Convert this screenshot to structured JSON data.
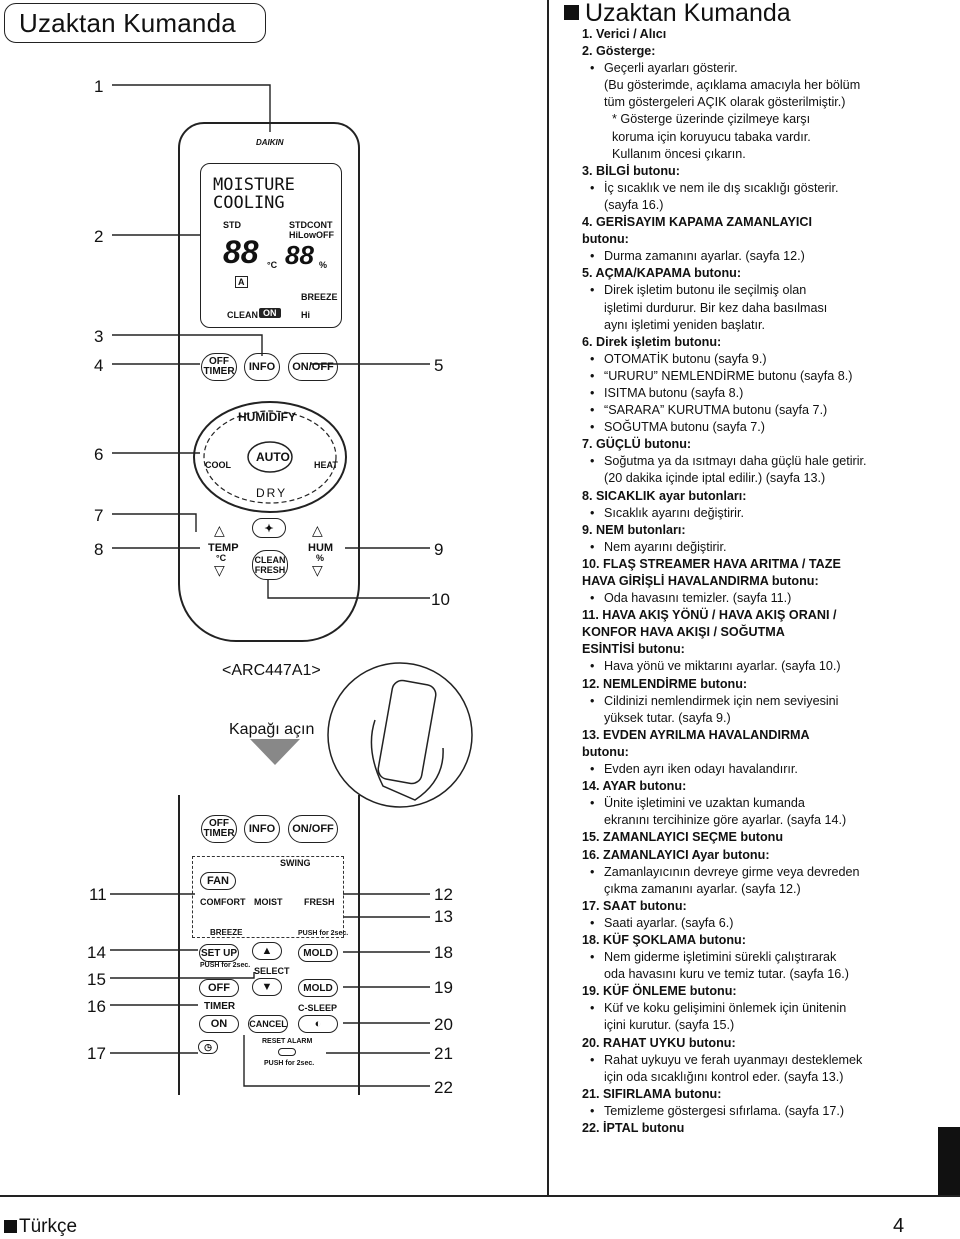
{
  "header": {
    "left_title": "Uzaktan Kumanda",
    "right_title": "Uzaktan Kumanda"
  },
  "callouts_left": [
    "1",
    "2",
    "3",
    "4",
    "6",
    "7",
    "8",
    "11",
    "14",
    "15",
    "16",
    "17"
  ],
  "callouts_right": [
    "5",
    "9",
    "10",
    "12",
    "13",
    "18",
    "19",
    "20",
    "21",
    "22"
  ],
  "remote": {
    "brand": "DAIKIN",
    "model": "<ARC447A1>",
    "open_cover": "Kapağı açın",
    "lcd": {
      "l1": "MOISTURE",
      "l2": "COOLING",
      "std": "STD",
      "stdcont": "STDCONT",
      "hilowoff": "HiLowOFF",
      "digits": "88",
      "unit_c": "°C",
      "digits2": "88",
      "pct": "%",
      "a": "A",
      "breeze": "BREEZE",
      "clean": "CLEAN",
      "on": "ON",
      "hi": "Hi"
    },
    "buttons": {
      "off_timer_1": "OFF",
      "off_timer_2": "TIMER",
      "info": "INFO",
      "onoff": "ON/OFF",
      "humidify": "HUMIDIFY",
      "cool": "COOL",
      "auto": "AUTO",
      "heat": "HEAT",
      "dry": "DRY",
      "temp": "TEMP",
      "temp_unit": "°C",
      "hum": "HUM",
      "hum_unit": "%",
      "clean": "CLEAN",
      "fresh": "FRESH",
      "swing": "SWING",
      "fan": "FAN",
      "comfort": "COMFORT",
      "moist": "MOIST",
      "fresh2": "FRESH",
      "push2": "PUSH for 2sec.",
      "breeze": "BREEZE",
      "setup": "SET UP",
      "push2b": "PUSH for 2sec.",
      "select": "SELECT",
      "mold1": "MOLD",
      "mold2": "MOLD",
      "off": "OFF",
      "timer": "TIMER",
      "on": "ON",
      "cancel": "CANCEL",
      "csleep": "C-SLEEP",
      "reset": "RESET ALARM",
      "push2c": "PUSH for 2sec."
    }
  },
  "items": [
    {
      "h": "1. Verici / Alıcı"
    },
    {
      "h": "2. Gösterge:",
      "b": [
        "Geçerli ayarları gösterir."
      ],
      "c": [
        "(Bu gösterimde, açıklama amacıyla her bölüm",
        "tüm göstergeleri AÇIK olarak gösterilmiştir.)"
      ],
      "n": [
        "* Gösterge üzerinde çizilmeye karşı",
        "koruma için koruyucu tabaka vardır.",
        "Kullanım öncesi çıkarın."
      ]
    },
    {
      "h": "3. BİLGİ butonu:",
      "b": [
        "İç sıcaklık ve nem ile dış sıcaklığı gösterir."
      ],
      "c": [
        "(sayfa 16.)"
      ]
    },
    {
      "h": "4. GERİSAYIM KAPAMA ZAMANLAYICI",
      "h2": "butonu:",
      "b": [
        "Durma zamanını ayarlar. (sayfa 12.)"
      ]
    },
    {
      "h": "5. AÇMA/KAPAMA butonu:",
      "b": [
        "Direk işletim butonu ile seçilmiş olan"
      ],
      "c": [
        "işletimi durdurur. Bir kez daha basılması",
        "aynı işletimi yeniden başlatır."
      ]
    },
    {
      "h": "6. Direk işletim butonu:",
      "b": [
        "OTOMATİK butonu (sayfa 9.)",
        "“URURU” NEMLENDİRME butonu (sayfa 8.)",
        "ISITMA butonu (sayfa 8.)",
        "“SARARA” KURUTMA butonu (sayfa 7.)",
        "SOĞUTMA butonu (sayfa 7.)"
      ]
    },
    {
      "h": "7. GÜÇLÜ butonu:",
      "b": [
        "Soğutma ya da ısıtmayı daha güçlü hale getirir."
      ],
      "c": [
        "(20 dakika içinde iptal edilir.) (sayfa 13.)"
      ]
    },
    {
      "h": "8. SICAKLIK ayar butonları:",
      "b": [
        "Sıcaklık ayarını değiştirir."
      ]
    },
    {
      "h": "9. NEM butonları:",
      "b": [
        "Nem ayarını değiştirir."
      ]
    },
    {
      "h": "10. FLAŞ STREAMER HAVA ARITMA / TAZE",
      "h2": "HAVA GİRİŞLİ HAVALANDIRMA butonu:",
      "b": [
        "Oda havasını temizler. (sayfa 11.)"
      ]
    },
    {
      "h": "11. HAVA AKIŞ YÖNÜ / HAVA AKIŞ ORANI /",
      "h2": "KONFOR HAVA AKIŞI / SOĞUTMA",
      "h3": "ESİNTİSİ butonu:",
      "b": [
        "Hava yönü ve miktarını ayarlar. (sayfa 10.)"
      ]
    },
    {
      "h": "12. NEMLENDİRME butonu:",
      "b": [
        "Cildinizi nemlendirmek için nem seviyesini"
      ],
      "c": [
        "yüksek tutar. (sayfa 9.)"
      ]
    },
    {
      "h": "13. EVDEN AYRILMA HAVALANDIRMA",
      "h2": "butonu:",
      "b": [
        "Evden ayrı iken odayı havalandırır."
      ]
    },
    {
      "h": "14. AYAR butonu:",
      "b": [
        "Ünite işletimini ve uzaktan kumanda"
      ],
      "c": [
        "ekranını tercihinize göre ayarlar. (sayfa 14.)"
      ]
    },
    {
      "h": "15. ZAMANLAYICI SEÇME butonu"
    },
    {
      "h": "16. ZAMANLAYICI Ayar butonu:",
      "b": [
        "Zamanlayıcının devreye girme veya devreden"
      ],
      "c": [
        "çıkma zamanını ayarlar. (sayfa 12.)"
      ]
    },
    {
      "h": "17. SAAT butonu:",
      "b": [
        "Saati ayarlar. (sayfa 6.)"
      ]
    },
    {
      "h": "18. KÜF ŞOKLAMA butonu:",
      "b": [
        "Nem giderme işletimini sürekli çalıştırarak"
      ],
      "c": [
        "oda havasını kuru ve temiz tutar. (sayfa 16.)"
      ]
    },
    {
      "h": "19. KÜF ÖNLEME butonu:",
      "b": [
        "Küf ve koku gelişimini önlemek için ünitenin"
      ],
      "c": [
        "içini kurutur. (sayfa 15.)"
      ]
    },
    {
      "h": "20. RAHAT UYKU butonu:",
      "b": [
        "Rahat uykuyu ve ferah uyanmayı desteklemek"
      ],
      "c": [
        "için oda sıcaklığını kontrol eder. (sayfa 13.)"
      ]
    },
    {
      "h": "21. SIFIRLAMA butonu:",
      "b": [
        "Temizleme göstergesi sıfırlama. (sayfa 17.)"
      ]
    },
    {
      "h": "22. İPTAL butonu"
    }
  ],
  "footer": {
    "language": "Türkçe",
    "page": "4"
  }
}
